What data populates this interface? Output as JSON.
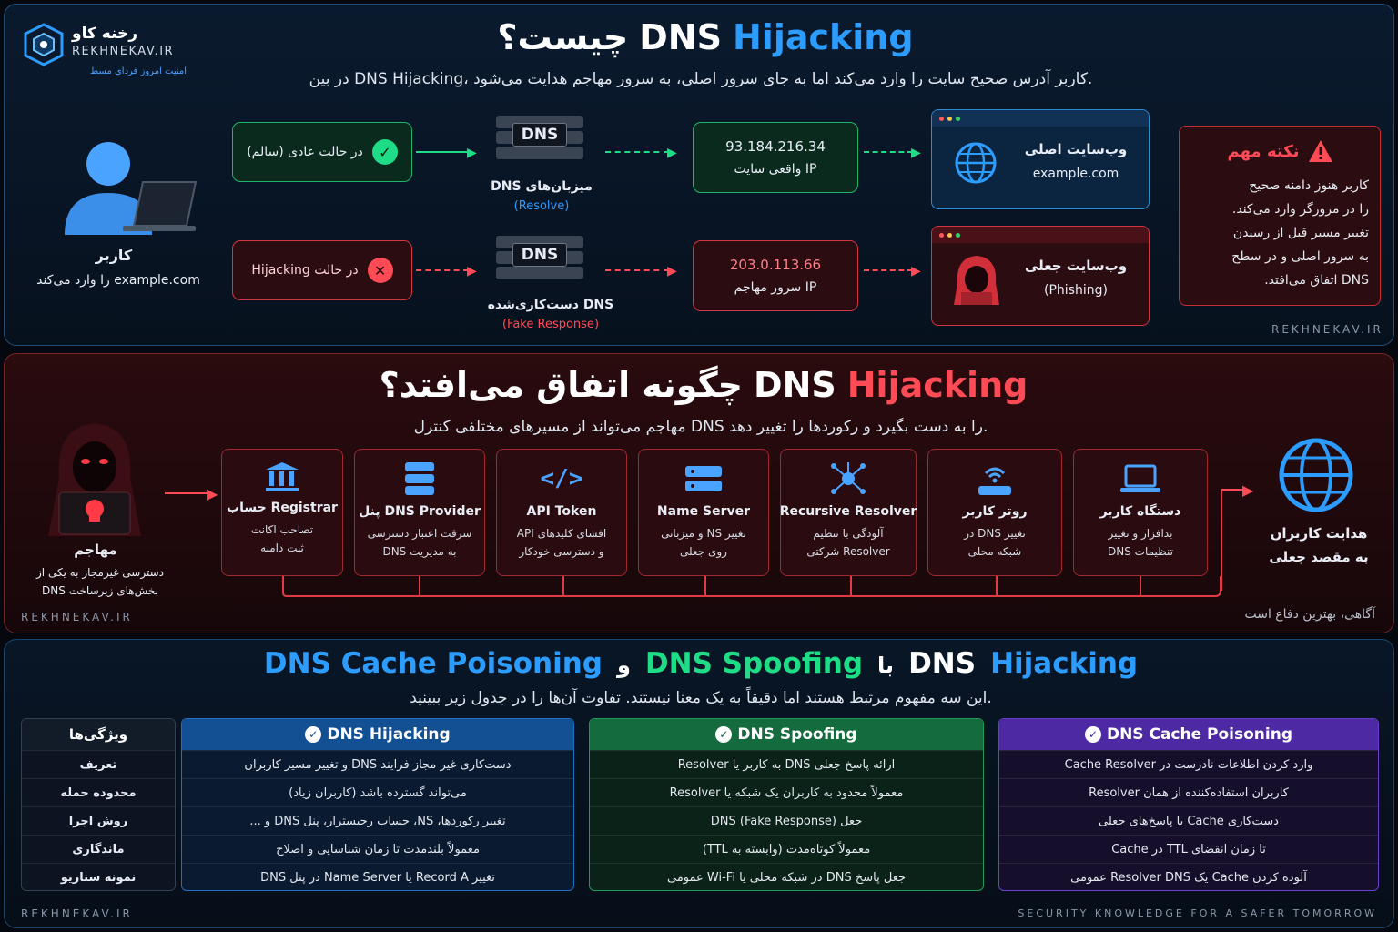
{
  "brand": {
    "name_fa": "رخنه کاو",
    "name_en": "REKHNEKAV.IR",
    "tagline": "امنیت امروز فردای مسط"
  },
  "section1": {
    "title_pre": "چیست؟",
    "title_dns": "DNS",
    "title_hij": "Hijacking",
    "subtitle": "در بین DNS Hijacking، کاربر آدرس صحیح سایت را وارد می‌کند اما به جای سرور اصلی، به سرور مهاجم هدایت می‌شود.",
    "user_label": "کاربر",
    "user_desc": "example.com را وارد می‌کند",
    "normal": {
      "state": "در حالت عادی (سالم)",
      "server_badge": "DNS",
      "server_label": "میزبان‌های DNS",
      "server_sub": "(Resolve)",
      "ip": "93.184.216.34",
      "ip_label": "IP واقعی سایت",
      "site_title": "وب‌سایت اصلی",
      "site_domain": "example.com"
    },
    "hijack": {
      "state": "در حالت Hijacking",
      "server_badge": "DNS",
      "server_label": "DNS دست‌کاری‌شده",
      "server_sub": "(Fake Response)",
      "ip": "203.0.113.66",
      "ip_label": "IP سرور مهاجم",
      "site_title": "وب‌سایت جعلی",
      "site_sub": "(Phishing)"
    },
    "note": {
      "title": "نکته مهم",
      "body": [
        "کاربر هنوز دامنه صحیح",
        "را در مرورگر وارد می‌کند.",
        "تغییر مسیر قبل از رسیدن",
        "به سرور اصلی و در سطح",
        "DNS اتفاق می‌افتد."
      ]
    },
    "watermark": "REKHNEKAV.IR"
  },
  "section2": {
    "title_pre": "چگونه اتفاق می‌افتد؟",
    "title_dns": "DNS",
    "title_hij": "Hijacking",
    "subtitle": "مهاجم می‌تواند از مسیرهای مختلفی کنترل DNS را به دست بگیرد و رکوردها را تغییر دهد.",
    "attacker_label": "مهاجم",
    "attacker_desc": [
      "دسترسی غیرمجاز به یکی از",
      "بخش‌های زیرساخت DNS"
    ],
    "cards": [
      {
        "title": "Registrar حساب",
        "desc": [
          "تصاحب اکانت",
          "ثبت دامنه"
        ]
      },
      {
        "title": "DNS Provider پنل",
        "desc": [
          "سرقت اعتبار دسترسی",
          "به مدیریت DNS"
        ]
      },
      {
        "title": "API Token",
        "desc": [
          "افشای کلیدهای API",
          "و دسترسی خودکار"
        ]
      },
      {
        "title": "Name Server",
        "desc": [
          "تغییر NS و میزبانی",
          "روی جعلی"
        ]
      },
      {
        "title": "Recursive Resolver",
        "desc": [
          "آلودگی با تنظیم",
          "Resolver شرکتی"
        ]
      },
      {
        "title": "روتر کاربر",
        "desc": [
          "تغییر DNS در",
          "شبکه محلی"
        ]
      },
      {
        "title": "دستگاه کاربر",
        "desc": [
          "بدافزار و تغییر",
          "تنظیمات DNS"
        ]
      }
    ],
    "target_label": [
      "هدایت کاربران",
      "به مقصد جعلی"
    ],
    "footer_note": "آگاهی، بهترین دفاع است",
    "watermark": "REKHNEKAV.IR"
  },
  "section3": {
    "title_parts": {
      "a": "DNS Cache Poisoning",
      "and": "و",
      "b": "DNS Spoofing",
      "with": "با",
      "c": "DNS",
      "d": "Hijacking"
    },
    "subtitle": "این سه مفهوم مرتبط هستند اما دقیقاً به یک معنا نیستند. تفاوت آن‌ها را در جدول زیر ببینید.",
    "features_header": "ویژگی‌ها",
    "features": [
      "تعریف",
      "محدوده حمله",
      "روش اجرا",
      "ماندگاری",
      "نمونه سناریو"
    ],
    "col_hijacking": {
      "header": "DNS Hijacking",
      "cells": [
        "دست‌کاری غیر مجاز فرایند DNS و تغییر مسیر کاربران",
        "می‌تواند گسترده باشد (کاربران زیاد)",
        "تغییر رکوردها، NS، حساب رجیسترار، پنل DNS و ...",
        "معمولاً بلندمدت تا زمان شناسایی و اصلاح",
        "تغییر Record A یا Name Server در پنل DNS"
      ]
    },
    "col_spoofing": {
      "header": "DNS Spoofing",
      "cells": [
        "ارائه پاسخ جعلی DNS به کاربر یا Resolver",
        "معمولاً محدود به کاربران یک شبکه یا Resolver",
        "جعل (Fake Response) DNS",
        "معمولاً کوتاه‌مدت (وابسته به TTL)",
        "جعل پاسخ DNS در شبکه محلی یا Wi-Fi عمومی"
      ]
    },
    "col_poisoning": {
      "header": "DNS Cache Poisoning",
      "cells": [
        "وارد کردن اطلاعات نادرست در Cache Resolver",
        "کاربران استفاده‌کننده از همان Resolver",
        "دست‌کاری Cache با پاسخ‌های جعلی",
        "تا زمان انقضای TTL در Cache",
        "آلوده کردن Cache یک Resolver DNS عمومی"
      ]
    },
    "watermark_left": "REKHNEKAV.IR",
    "watermark_right": "SECURITY KNOWLEDGE FOR A SAFER TOMORROW"
  },
  "colors": {
    "blue": "#2d9cff",
    "red": "#ff4b55",
    "green": "#1fdc86",
    "purple": "#7b3fe0"
  }
}
